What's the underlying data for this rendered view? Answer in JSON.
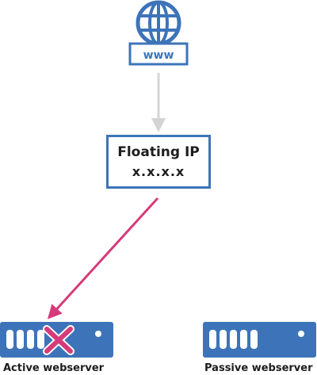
{
  "internet": {
    "label": "www"
  },
  "floating_ip": {
    "title": "Floating IP",
    "address": "x.x.x.x"
  },
  "servers": [
    {
      "label": "Active webserver"
    },
    {
      "label": "Passive webserver"
    }
  ],
  "colors": {
    "primary": "#3d74b9",
    "arrow_neutral": "#d4d4d4",
    "arrow_active": "#d63a7a",
    "failure": "#d63a7a"
  },
  "icons": [
    "globe-icon",
    "server-icon",
    "failure-x-icon"
  ]
}
